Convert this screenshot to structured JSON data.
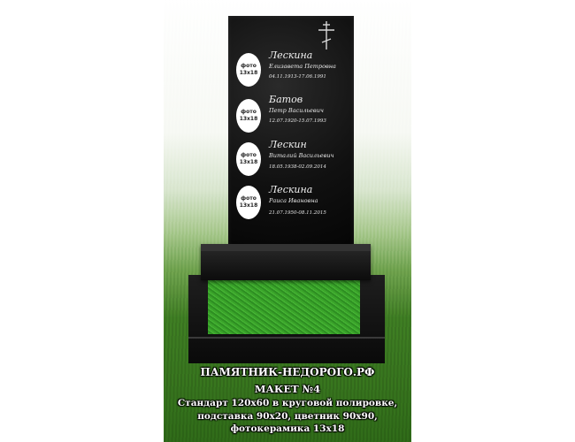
{
  "photo_label": [
    "фото",
    "13х18"
  ],
  "records": [
    {
      "surname": "Лескина",
      "patronymic": "Елизавета Петровна",
      "dates": "04.11.1913-17.06.1991"
    },
    {
      "surname": "Батов",
      "patronymic": "Петр Васильевич",
      "dates": "12.07.1920-15.07.1993"
    },
    {
      "surname": "Лескин",
      "patronymic": "Виталий Васильевич",
      "dates": "18.05.1938-02.09.2014"
    },
    {
      "surname": "Лескина",
      "patronymic": "Раиса Ивановна",
      "dates": "21.07.1950-08.11.2015"
    }
  ],
  "caption": {
    "site": "ПАМЯТНИК-НЕДОРОГО.РФ",
    "model": "МАКЕТ №4",
    "line1": "Стандарт 120х60 в круговой полировке,",
    "line2": "подставка 90х20, цветник 90х90,",
    "line3": "фотокерамика 13х18"
  },
  "colors": {
    "granite": "#111111",
    "turf": "#3aa32a",
    "caption": "#ffffff"
  }
}
